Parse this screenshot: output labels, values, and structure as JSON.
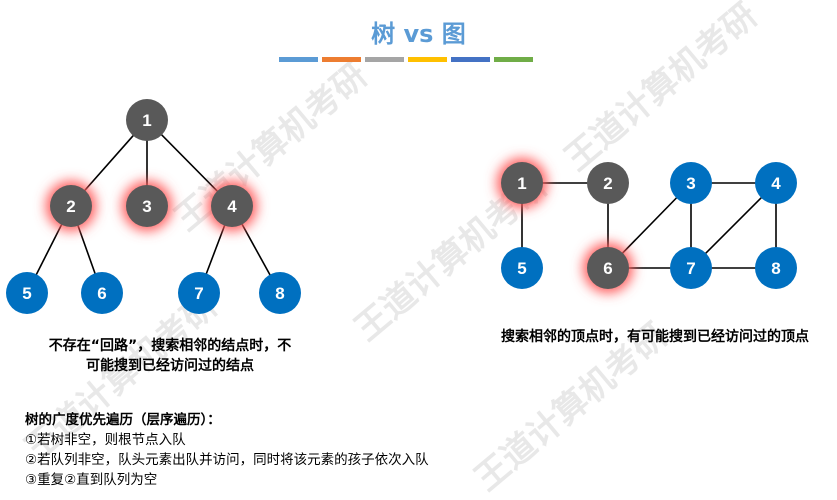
{
  "title": "树 vs 图",
  "title_bar_colors": [
    "#5b9bd5",
    "#ed7d31",
    "#a5a5a5",
    "#ffc000",
    "#4472c4",
    "#70ad47"
  ],
  "watermark": "王道计算机考研",
  "colors": {
    "gray_node": "#595959",
    "blue_node": "#0070c0",
    "glow": "#ff5a5a",
    "edge": "#000000"
  },
  "tree": {
    "nodes": [
      {
        "id": "t1",
        "label": "1",
        "kind": "gray",
        "glow": false
      },
      {
        "id": "t2",
        "label": "2",
        "kind": "gray",
        "glow": true
      },
      {
        "id": "t3",
        "label": "3",
        "kind": "gray",
        "glow": true
      },
      {
        "id": "t4",
        "label": "4",
        "kind": "gray",
        "glow": true
      },
      {
        "id": "t5",
        "label": "5",
        "kind": "blue",
        "glow": false
      },
      {
        "id": "t6",
        "label": "6",
        "kind": "blue",
        "glow": false
      },
      {
        "id": "t7",
        "label": "7",
        "kind": "blue",
        "glow": false
      },
      {
        "id": "t8",
        "label": "8",
        "kind": "blue",
        "glow": false
      }
    ],
    "edges": [
      [
        "t1",
        "t2"
      ],
      [
        "t1",
        "t3"
      ],
      [
        "t1",
        "t4"
      ],
      [
        "t2",
        "t5"
      ],
      [
        "t2",
        "t6"
      ],
      [
        "t4",
        "t7"
      ],
      [
        "t4",
        "t8"
      ]
    ]
  },
  "graph": {
    "nodes": [
      {
        "id": "g1",
        "label": "1",
        "kind": "gray",
        "glow": true
      },
      {
        "id": "g2",
        "label": "2",
        "kind": "gray",
        "glow": false
      },
      {
        "id": "g3",
        "label": "3",
        "kind": "blue",
        "glow": false
      },
      {
        "id": "g4",
        "label": "4",
        "kind": "blue",
        "glow": false
      },
      {
        "id": "g5",
        "label": "5",
        "kind": "blue",
        "glow": false
      },
      {
        "id": "g6",
        "label": "6",
        "kind": "gray",
        "glow": true
      },
      {
        "id": "g7",
        "label": "7",
        "kind": "blue",
        "glow": false
      },
      {
        "id": "g8",
        "label": "8",
        "kind": "blue",
        "glow": false
      }
    ],
    "edges": [
      [
        "g1",
        "g2"
      ],
      [
        "g1",
        "g5"
      ],
      [
        "g2",
        "g6"
      ],
      [
        "g6",
        "g3"
      ],
      [
        "g6",
        "g7"
      ],
      [
        "g3",
        "g4"
      ],
      [
        "g3",
        "g7"
      ],
      [
        "g7",
        "g4"
      ],
      [
        "g7",
        "g8"
      ],
      [
        "g4",
        "g8"
      ]
    ]
  },
  "caption_tree_line1": "不存在“回路”，搜索相邻的结点时，不",
  "caption_tree_line2": "可能搜到已经访问过的结点",
  "caption_graph": "搜索相邻的顶点时，有可能搜到已经访问过的顶点",
  "bfs_title": "树的广度优先遍历（层序遍历）：",
  "bfs_steps": [
    "①若树非空，则根节点入队",
    "②若队列非空，队头元素出队并访问，同时将该元素的孩子依次入队",
    "③重复②直到队列为空"
  ]
}
